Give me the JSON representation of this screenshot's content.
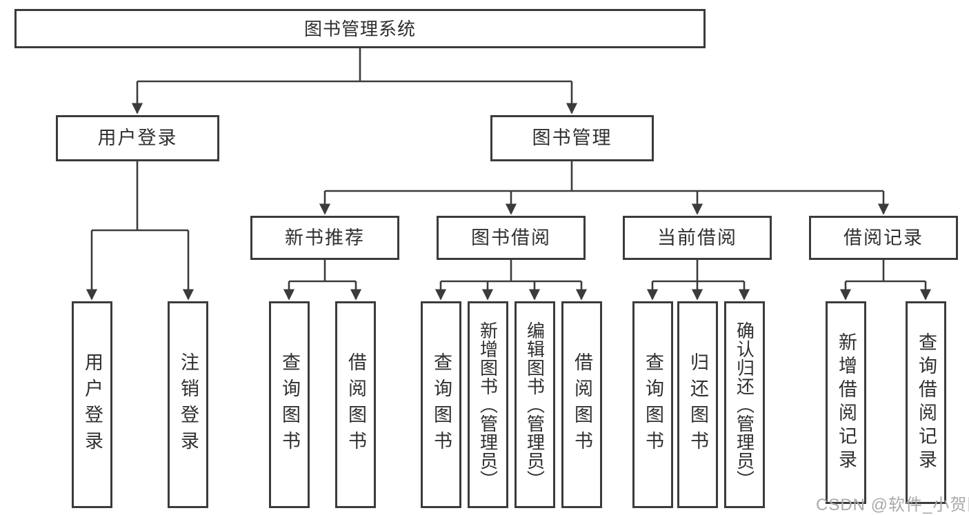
{
  "diagram": {
    "root": {
      "label": "图书管理系统"
    },
    "level2": [
      {
        "label": "用户登录"
      },
      {
        "label": "图书管理"
      }
    ],
    "level3": [
      {
        "label": "新书推荐"
      },
      {
        "label": "图书借阅"
      },
      {
        "label": "当前借阅"
      },
      {
        "label": "借阅记录"
      }
    ],
    "leaves": [
      {
        "label": "用户登录"
      },
      {
        "label": "注销登录"
      },
      {
        "label": "查询图书"
      },
      {
        "label": "借阅图书"
      },
      {
        "label": "查询图书"
      },
      {
        "label": "新增图书（管理员）"
      },
      {
        "label": "编辑图书（管理员）"
      },
      {
        "label": "借阅图书"
      },
      {
        "label": "查询图书"
      },
      {
        "label": "归还图书"
      },
      {
        "label": "确认归还（管理员）"
      },
      {
        "label": "新增借阅记录"
      },
      {
        "label": "查询借阅记录"
      }
    ],
    "watermark": "CSDN @软件_小贺同学",
    "colors": {
      "line": "#3b3b3b",
      "text": "#2f2f2f",
      "watermark": "#a9a9a9",
      "background": "#ffffff"
    }
  }
}
